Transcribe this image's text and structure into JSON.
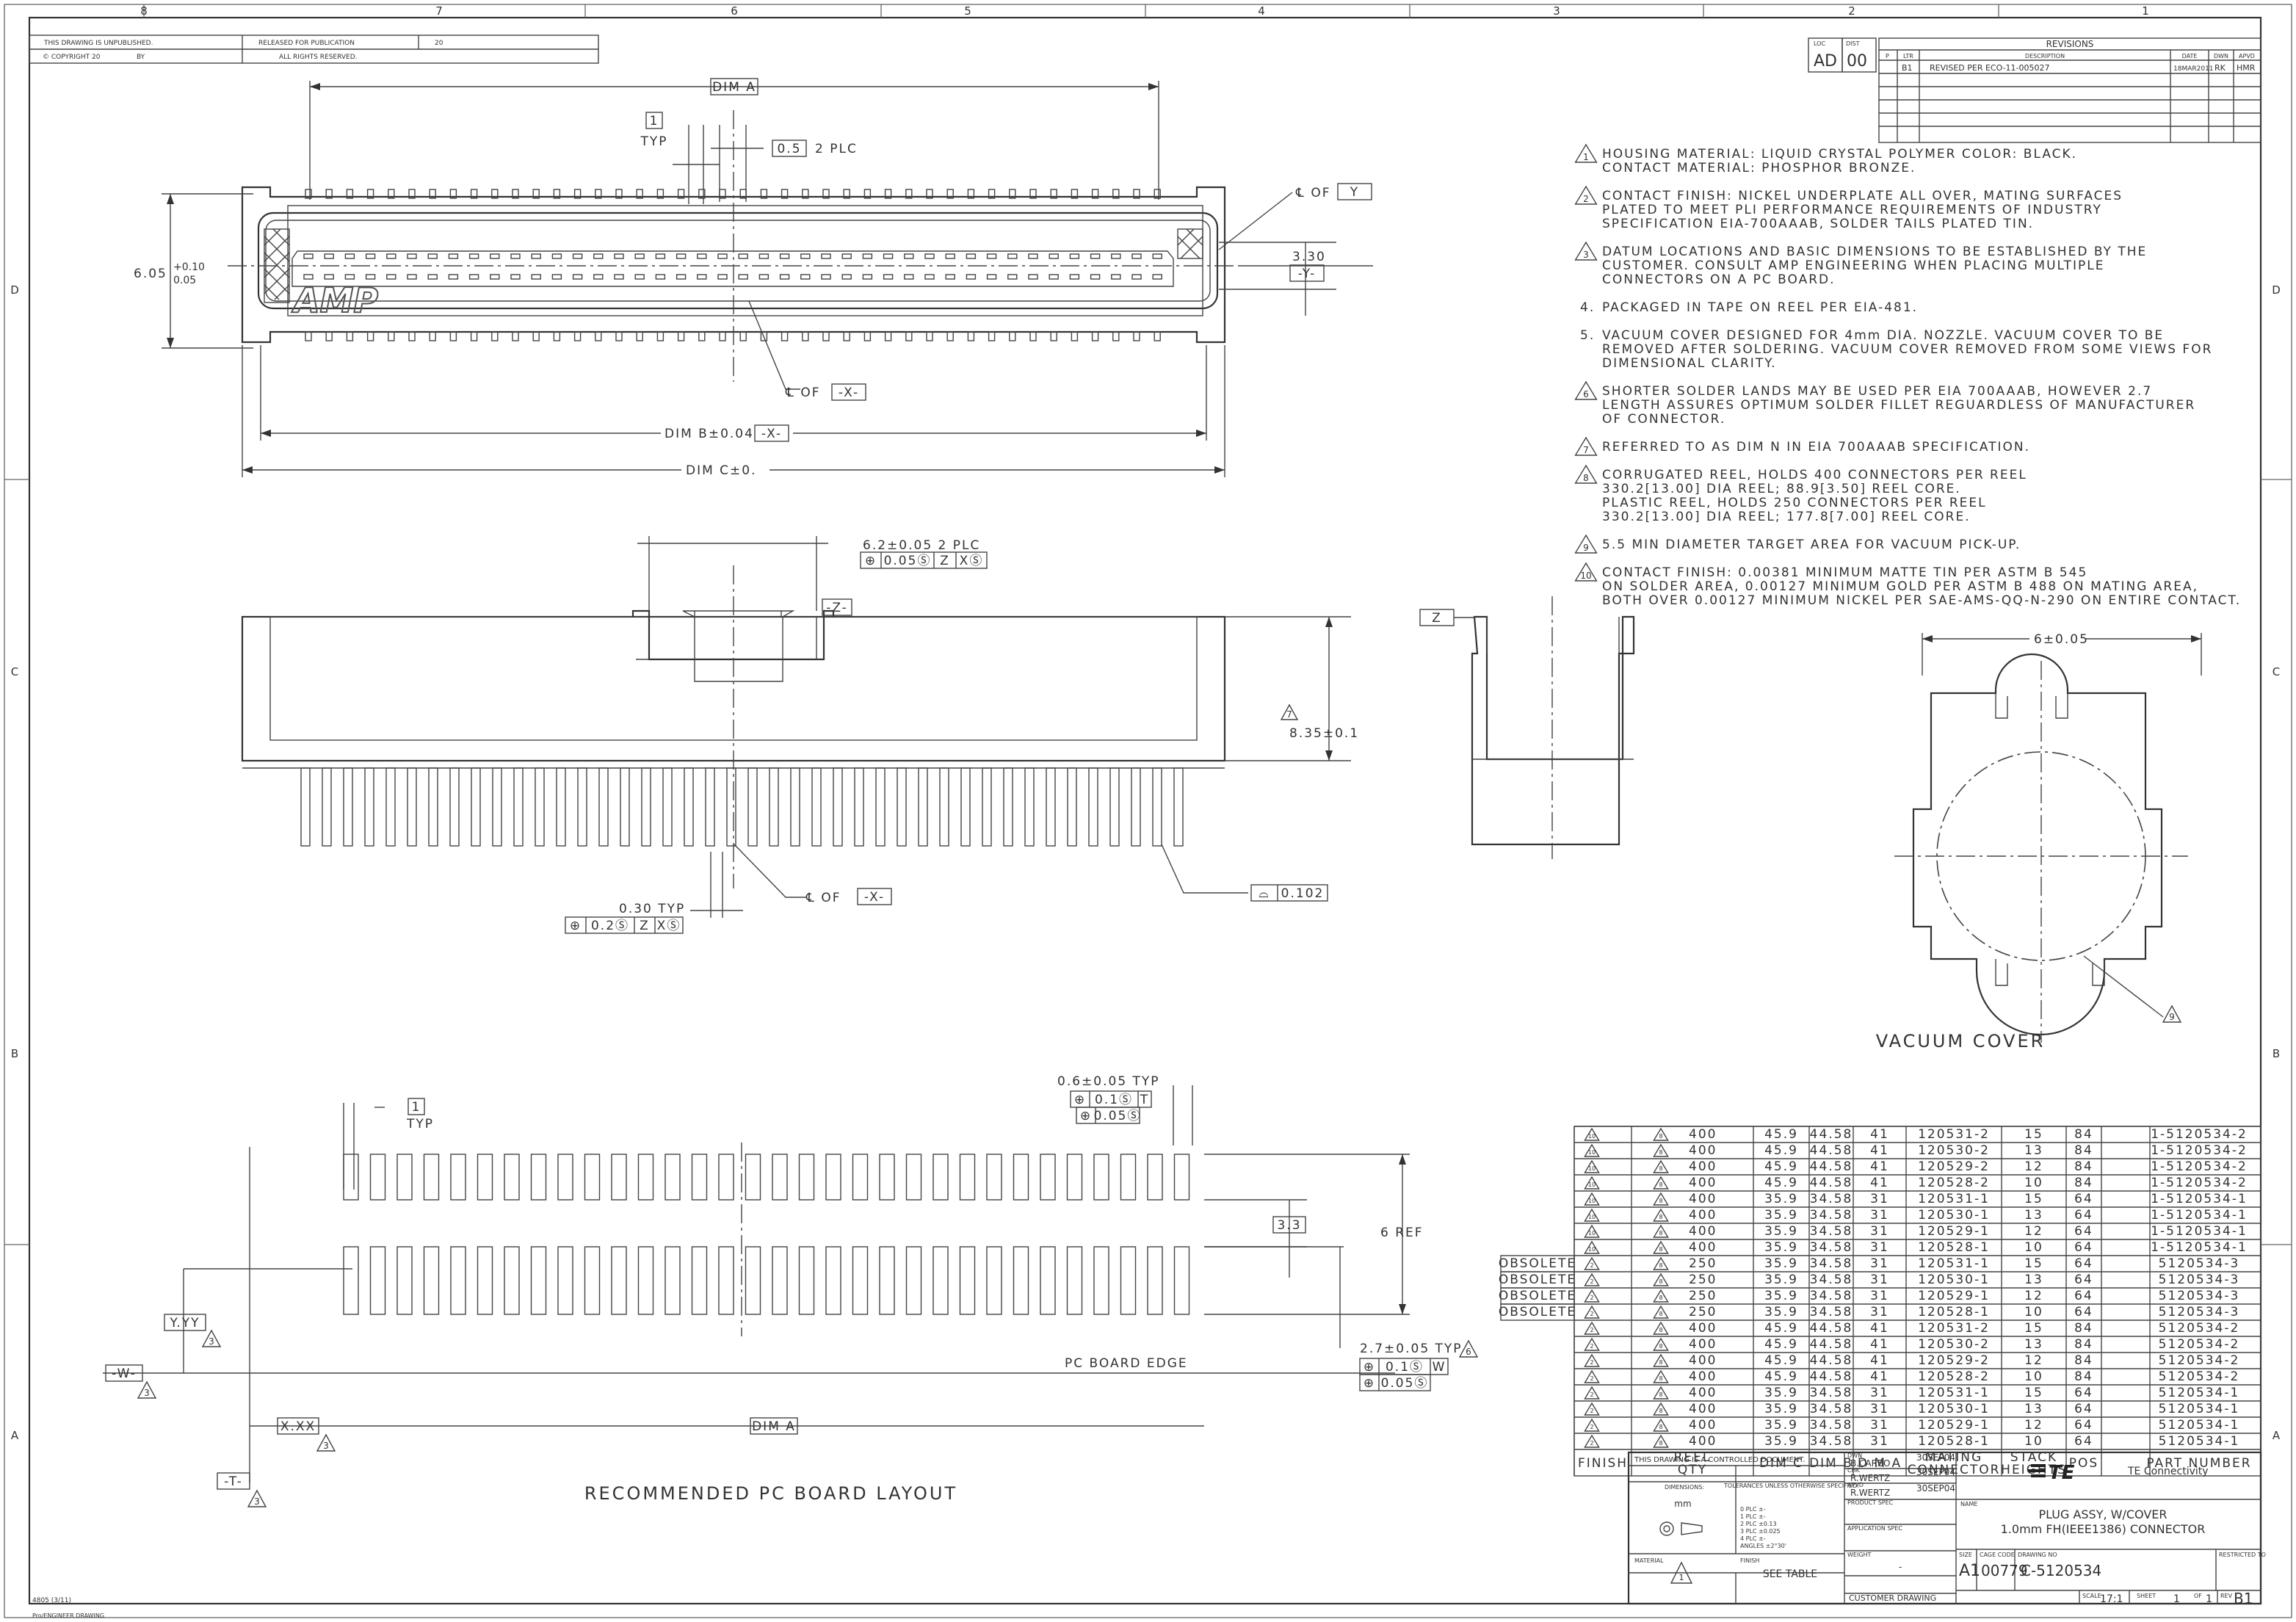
{
  "zones_top": [
    "8",
    "7",
    "6",
    "5",
    "4",
    "3",
    "2",
    "1"
  ],
  "zones_side": [
    "D",
    "C",
    "B",
    "A"
  ],
  "header": {
    "unpublished": "THIS DRAWING IS UNPUBLISHED.",
    "released": "RELEASED FOR PUBLICATION",
    "copyright": "© COPYRIGHT 20",
    "by": "BY",
    "rights": "ALL RIGHTS RESERVED.",
    "year": "20"
  },
  "revisions": {
    "loc_label": "LOC",
    "loc": "AD",
    "dist_label": "DIST",
    "dist": "00",
    "title": "REVISIONS",
    "columns": [
      "P",
      "LTR",
      "DESCRIPTION",
      "DATE",
      "DWN",
      "APVD"
    ],
    "rows": [
      {
        "ltr": "B1",
        "description": "REVISED PER ECO-11-005027",
        "date": "18MAR2011",
        "dwn": "RK",
        "apvd": "HMR"
      }
    ]
  },
  "top_view": {
    "dim_a": "DIM A",
    "one": "1",
    "typ": "TYP",
    "half": "0.5",
    "half_plc": "2 PLC",
    "cl_y": "℄ OF",
    "y_box": "Y",
    "dim_330": "3.30",
    "y_datum": "-Y-",
    "dim_605": "6.05",
    "tol_plus": "+0.10",
    "tol_minus": "0.05",
    "cl_x": "℄ OF",
    "x_box": "-X-",
    "dim_b": "DIM B±0.04",
    "x_datum": "-X-",
    "dim_c": "DIM C±0.",
    "logo": "AMP"
  },
  "front_view": {
    "dim_62": "6.2±0.05 2 PLC",
    "fcf1": [
      "⊕",
      "0.05Ⓢ",
      "Z",
      "XⓈ"
    ],
    "z_datum": "-Z-",
    "flag7": "7",
    "dim_835": "8.35±0.1",
    "dim_030": "0.30 TYP",
    "fcf2": [
      "⊕",
      "0.2Ⓢ",
      "Z",
      "XⓈ"
    ],
    "cl_x": "℄ OF",
    "x_box": "-X-",
    "profile_sym": "⌓",
    "profile_val": "0.102"
  },
  "side_view": {
    "z_box": "Z"
  },
  "vacuum": {
    "dim_6": "6±0.05",
    "flag": "9",
    "label": "VACUUM COVER"
  },
  "notes": [
    {
      "num": "1",
      "flag": true,
      "lines": [
        "HOUSING MATERIAL: LIQUID CRYSTAL POLYMER COLOR: BLACK.",
        "CONTACT MATERIAL: PHOSPHOR BRONZE."
      ]
    },
    {
      "num": "2",
      "flag": true,
      "lines": [
        "CONTACT FINISH: NICKEL UNDERPLATE ALL OVER, MATING SURFACES",
        "PLATED TO MEET PLI PERFORMANCE REQUIREMENTS OF INDUSTRY",
        "SPECIFICATION EIA-700AAAB, SOLDER TAILS PLATED TIN."
      ]
    },
    {
      "num": "3",
      "flag": true,
      "lines": [
        "DATUM LOCATIONS AND BASIC DIMENSIONS TO BE ESTABLISHED BY THE",
        "CUSTOMER. CONSULT AMP ENGINEERING WHEN PLACING MULTIPLE",
        "CONNECTORS ON A PC BOARD."
      ]
    },
    {
      "num": "4.",
      "flag": false,
      "lines": [
        "PACKAGED IN TAPE ON REEL PER EIA-481."
      ]
    },
    {
      "num": "5.",
      "flag": false,
      "lines": [
        "VACUUM COVER DESIGNED FOR 4mm DIA. NOZZLE. VACUUM COVER TO BE",
        "REMOVED AFTER SOLDERING. VACUUM COVER REMOVED FROM SOME VIEWS FOR",
        "DIMENSIONAL CLARITY."
      ]
    },
    {
      "num": "6",
      "flag": true,
      "lines": [
        "SHORTER SOLDER LANDS MAY BE USED PER EIA 700AAAB, HOWEVER 2.7",
        "LENGTH ASSURES OPTIMUM SOLDER FILLET REGUARDLESS OF MANUFACTURER",
        "OF CONNECTOR."
      ]
    },
    {
      "num": "7",
      "flag": true,
      "lines": [
        "REFERRED TO AS DIM N IN EIA 700AAAB SPECIFICATION."
      ]
    },
    {
      "num": "8",
      "flag": true,
      "lines": [
        "CORRUGATED REEL, HOLDS 400 CONNECTORS PER REEL",
        "330.2[13.00] DIA REEL; 88.9[3.50] REEL CORE.",
        "PLASTIC REEL, HOLDS 250 CONNECTORS PER REEL",
        "330.2[13.00] DIA REEL; 177.8[7.00] REEL CORE."
      ]
    },
    {
      "num": "9",
      "flag": true,
      "lines": [
        "5.5 MIN DIAMETER TARGET AREA FOR VACUUM PICK-UP."
      ]
    },
    {
      "num": "10",
      "flag": true,
      "lines": [
        "CONTACT FINISH: 0.00381 MINIMUM MATTE TIN PER ASTM B 545",
        "ON SOLDER AREA, 0.00127 MINIMUM GOLD PER ASTM B 488 ON MATING AREA,",
        "BOTH OVER 0.00127 MINIMUM NICKEL PER SAE-AMS-QQ-N-290 ON ENTIRE CONTACT."
      ]
    }
  ],
  "table": {
    "columns": [
      "FINISH",
      "REEL QTY",
      "DIM C",
      "DIM B",
      "D M A",
      "MATING CONNECTOR",
      "STACK HEIGHTS",
      "POS",
      "PART NUMBER"
    ],
    "rows": [
      {
        "status": "",
        "finish": "10",
        "reel_flag": "8",
        "reel_qty": "400",
        "dim_c": "45.9",
        "dim_b": "44.58",
        "dim_a": "41",
        "mating": "120531-2",
        "stack": "15",
        "pos": "84",
        "part": "1-5120534-2"
      },
      {
        "status": "",
        "finish": "10",
        "reel_flag": "8",
        "reel_qty": "400",
        "dim_c": "45.9",
        "dim_b": "44.58",
        "dim_a": "41",
        "mating": "120530-2",
        "stack": "13",
        "pos": "84",
        "part": "1-5120534-2"
      },
      {
        "status": "",
        "finish": "10",
        "reel_flag": "8",
        "reel_qty": "400",
        "dim_c": "45.9",
        "dim_b": "44.58",
        "dim_a": "41",
        "mating": "120529-2",
        "stack": "12",
        "pos": "84",
        "part": "1-5120534-2"
      },
      {
        "status": "",
        "finish": "10",
        "reel_flag": "8",
        "reel_qty": "400",
        "dim_c": "45.9",
        "dim_b": "44.58",
        "dim_a": "41",
        "mating": "120528-2",
        "stack": "10",
        "pos": "84",
        "part": "1-5120534-2"
      },
      {
        "status": "",
        "finish": "10",
        "reel_flag": "8",
        "reel_qty": "400",
        "dim_c": "35.9",
        "dim_b": "34.58",
        "dim_a": "31",
        "mating": "120531-1",
        "stack": "15",
        "pos": "64",
        "part": "1-5120534-1"
      },
      {
        "status": "",
        "finish": "10",
        "reel_flag": "8",
        "reel_qty": "400",
        "dim_c": "35.9",
        "dim_b": "34.58",
        "dim_a": "31",
        "mating": "120530-1",
        "stack": "13",
        "pos": "64",
        "part": "1-5120534-1"
      },
      {
        "status": "",
        "finish": "10",
        "reel_flag": "8",
        "reel_qty": "400",
        "dim_c": "35.9",
        "dim_b": "34.58",
        "dim_a": "31",
        "mating": "120529-1",
        "stack": "12",
        "pos": "64",
        "part": "1-5120534-1"
      },
      {
        "status": "",
        "finish": "10",
        "reel_flag": "8",
        "reel_qty": "400",
        "dim_c": "35.9",
        "dim_b": "34.58",
        "dim_a": "31",
        "mating": "120528-1",
        "stack": "10",
        "pos": "64",
        "part": "1-5120534-1"
      },
      {
        "status": "OBSOLETE",
        "finish": "2",
        "reel_flag": "8",
        "reel_qty": "250",
        "dim_c": "35.9",
        "dim_b": "34.58",
        "dim_a": "31",
        "mating": "120531-1",
        "stack": "15",
        "pos": "64",
        "part": "5120534-3"
      },
      {
        "status": "OBSOLETE",
        "finish": "2",
        "reel_flag": "8",
        "reel_qty": "250",
        "dim_c": "35.9",
        "dim_b": "34.58",
        "dim_a": "31",
        "mating": "120530-1",
        "stack": "13",
        "pos": "64",
        "part": "5120534-3"
      },
      {
        "status": "OBSOLETE",
        "finish": "2",
        "reel_flag": "8",
        "reel_qty": "250",
        "dim_c": "35.9",
        "dim_b": "34.58",
        "dim_a": "31",
        "mating": "120529-1",
        "stack": "12",
        "pos": "64",
        "part": "5120534-3"
      },
      {
        "status": "OBSOLETE",
        "finish": "2",
        "reel_flag": "8",
        "reel_qty": "250",
        "dim_c": "35.9",
        "dim_b": "34.58",
        "dim_a": "31",
        "mating": "120528-1",
        "stack": "10",
        "pos": "64",
        "part": "5120534-3"
      },
      {
        "status": "",
        "finish": "2",
        "reel_flag": "8",
        "reel_qty": "400",
        "dim_c": "45.9",
        "dim_b": "44.58",
        "dim_a": "41",
        "mating": "120531-2",
        "stack": "15",
        "pos": "84",
        "part": "5120534-2"
      },
      {
        "status": "",
        "finish": "2",
        "reel_flag": "8",
        "reel_qty": "400",
        "dim_c": "45.9",
        "dim_b": "44.58",
        "dim_a": "41",
        "mating": "120530-2",
        "stack": "13",
        "pos": "84",
        "part": "5120534-2"
      },
      {
        "status": "",
        "finish": "2",
        "reel_flag": "8",
        "reel_qty": "400",
        "dim_c": "45.9",
        "dim_b": "44.58",
        "dim_a": "41",
        "mating": "120529-2",
        "stack": "12",
        "pos": "84",
        "part": "5120534-2"
      },
      {
        "status": "",
        "finish": "2",
        "reel_flag": "8",
        "reel_qty": "400",
        "dim_c": "45.9",
        "dim_b": "44.58",
        "dim_a": "41",
        "mating": "120528-2",
        "stack": "10",
        "pos": "84",
        "part": "5120534-2"
      },
      {
        "status": "",
        "finish": "2",
        "reel_flag": "8",
        "reel_qty": "400",
        "dim_c": "35.9",
        "dim_b": "34.58",
        "dim_a": "31",
        "mating": "120531-1",
        "stack": "15",
        "pos": "64",
        "part": "5120534-1"
      },
      {
        "status": "",
        "finish": "2",
        "reel_flag": "8",
        "reel_qty": "400",
        "dim_c": "35.9",
        "dim_b": "34.58",
        "dim_a": "31",
        "mating": "120530-1",
        "stack": "13",
        "pos": "64",
        "part": "5120534-1"
      },
      {
        "status": "",
        "finish": "2",
        "reel_flag": "8",
        "reel_qty": "400",
        "dim_c": "35.9",
        "dim_b": "34.58",
        "dim_a": "31",
        "mating": "120529-1",
        "stack": "12",
        "pos": "64",
        "part": "5120534-1"
      },
      {
        "status": "",
        "finish": "2",
        "reel_flag": "8",
        "reel_qty": "400",
        "dim_c": "35.9",
        "dim_b": "34.58",
        "dim_a": "31",
        "mating": "120528-1",
        "stack": "10",
        "pos": "64",
        "part": "5120534-1"
      }
    ]
  },
  "pcb": {
    "dim_06": "0.6±0.05 TYP",
    "fcf_a": [
      "⊕",
      "0.1Ⓢ",
      "T"
    ],
    "fcf_b": [
      "⊕",
      "0.05Ⓢ"
    ],
    "one": "1",
    "typ": "TYP",
    "dim_33": "3.3",
    "six_ref": "6 REF",
    "dim_27": "2.7±0.05 TYP",
    "flag6": "6",
    "fcf_c": [
      "⊕",
      "0.1Ⓢ",
      "W"
    ],
    "fcf_d": [
      "⊕",
      "0.05Ⓢ"
    ],
    "yyy": "Y.YY",
    "w_datum": "-W-",
    "xxx": "X.XX",
    "t_datum": "-T-",
    "flag3": "3",
    "pc_edge": "PC BOARD EDGE",
    "dim_a": "DIM A",
    "title": "RECOMMENDED PC BOARD LAYOUT"
  },
  "title_block": {
    "controlled": "THIS DRAWING IS A CONTROLLED DOCUMENT.",
    "dimensions": "DIMENSIONS:",
    "mm": "mm",
    "tolerances": "TOLERANCES UNLESS OTHERWISE SPECIFIED:",
    "tol_rows": [
      "0 PLC  ±-",
      "1 PLC  ±-",
      "2 PLC  ±0.13",
      "3 PLC  ±0.025",
      "4 PLC  ±-",
      "ANGLES       ±2°30'"
    ],
    "dwn_label": "DWN",
    "dwn": "B.CARBO",
    "dwn_date": "30SEP04",
    "chk_label": "CHK",
    "chk": "R.WERTZ",
    "chk_date": "30SEP04",
    "apvd_label": "APVD",
    "apvd": "R.WERTZ",
    "apvd_date": "30SEP04",
    "product_spec": "PRODUCT SPEC",
    "application_spec": "APPLICATION SPEC",
    "weight": "WEIGHT",
    "weight_val": "-",
    "material": "MATERIAL",
    "finish": "FINISH",
    "see_table": "SEE TABLE",
    "customer": "CUSTOMER DRAWING",
    "brand": "TE",
    "company": "TE Connectivity",
    "name_label": "NAME",
    "title1": "PLUG ASSY, W/COVER",
    "title2": "1.0mm FH(IEEE1386) CONNECTOR",
    "size_label": "SIZE",
    "size": "A1",
    "cage_label": "CAGE CODE",
    "cage": "00779",
    "dwg_label": "DRAWING NO",
    "dwg": "C-5120534",
    "restricted": "RESTRICTED TO",
    "scale_label": "SCALE",
    "scale": "17:1",
    "sheet_label": "SHEET",
    "sheet": "1",
    "of_label": "OF",
    "of": "1",
    "rev_label": "REV",
    "rev": "B1"
  },
  "footer": {
    "form": "4805 (3/11)",
    "form2": "Pro/ENGINEER DRAWING"
  }
}
